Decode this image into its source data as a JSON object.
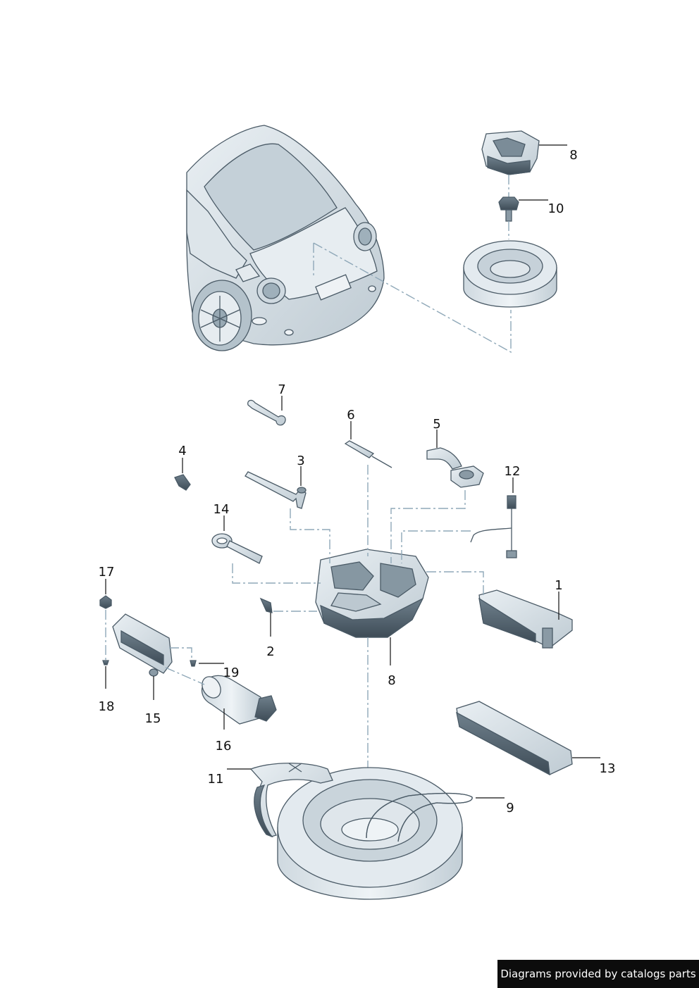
{
  "colors": {
    "part_fill": "#d3dde4",
    "part_dark": "#4f5f6b",
    "part_mid": "#aebbc4",
    "leader": "#111111",
    "dash": "#8fa8b8"
  },
  "labels": {
    "p1": "1",
    "p2": "2",
    "p3": "3",
    "p4": "4",
    "p5": "5",
    "p6": "6",
    "p7": "7",
    "p8a": "8",
    "p8b": "8",
    "p9": "9",
    "p10": "10",
    "p11": "11",
    "p12": "12",
    "p13": "13",
    "p14": "14",
    "p15": "15",
    "p16": "16",
    "p17": "17",
    "p18": "18",
    "p19": "19"
  },
  "credit": "Diagrams provided by catalogs parts"
}
